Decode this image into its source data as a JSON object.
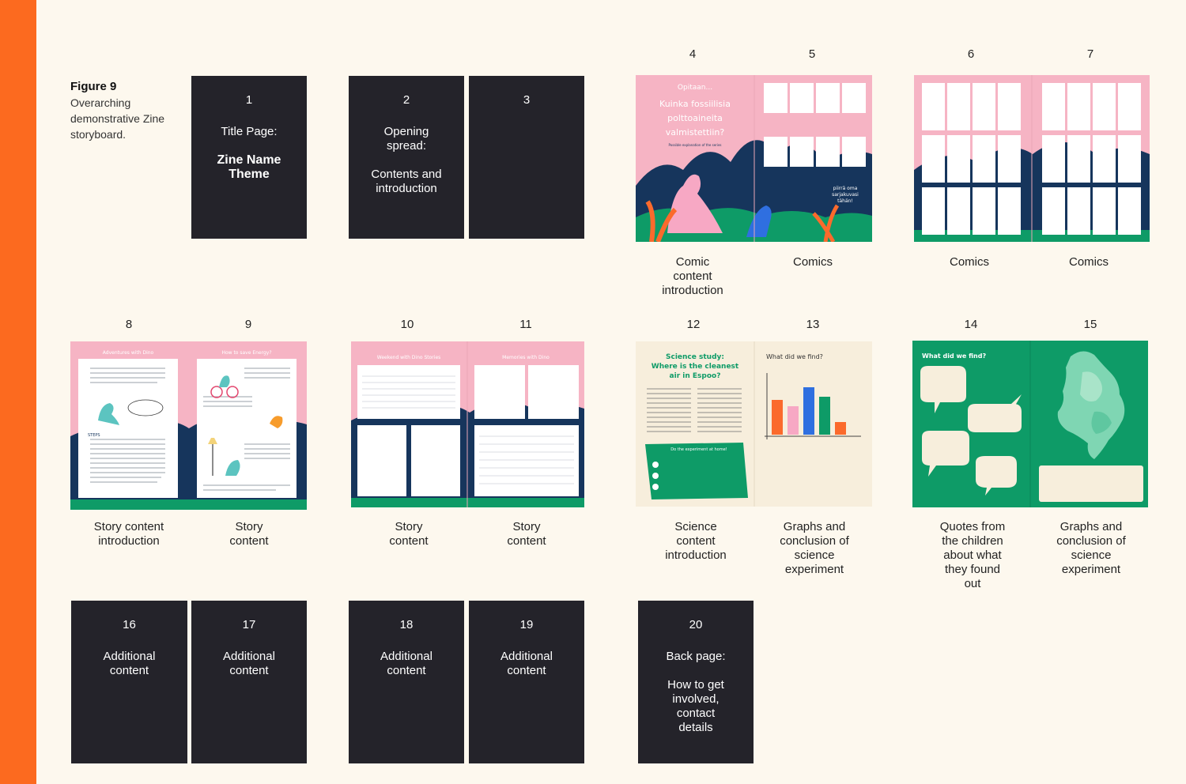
{
  "caption": {
    "figure": "Figure 9",
    "text": "Overarching demonstrative Zine storyboard."
  },
  "dark_pages": [
    {
      "num": "1",
      "text": "Title Page:",
      "bold": "Zine Name\nTheme"
    },
    {
      "num": "2",
      "text": "Opening\nspread:\n\nContents and\nintroduction"
    },
    {
      "num": "3",
      "text": ""
    },
    {
      "num": "16",
      "text": "Additional\ncontent"
    },
    {
      "num": "17",
      "text": "Additional\ncontent"
    },
    {
      "num": "18",
      "text": "Additional\ncontent"
    },
    {
      "num": "19",
      "text": "Additional\ncontent"
    },
    {
      "num": "20",
      "text": "Back page:\n\nHow to get\ninvolved,\ncontact\ndetails"
    }
  ],
  "page_numbers": [
    "4",
    "5",
    "6",
    "7",
    "8",
    "9",
    "10",
    "11",
    "12",
    "13",
    "14",
    "15"
  ],
  "page_labels": {
    "p4": "Comic\ncontent\nintroduction",
    "p5": "Comics",
    "p6": "Comics",
    "p7": "Comics",
    "p8": "Story content\nintroduction",
    "p9": "Story\ncontent",
    "p10": "Story\ncontent",
    "p11": "Story\ncontent",
    "p12": "Science\ncontent\nintroduction",
    "p13": "Graphs and\nconclusion of\nscience\nexperiment",
    "p14": "Quotes from\nthe children\nabout what\nthey found\nout",
    "p15": "Graphs and\nconclusion of\nscience\nexperiment"
  },
  "thumb_text": {
    "comic_title": "Opitaan...\nKuinka fossiilisia\npolttoaineita\nvalmistettiin?",
    "comic_sub": "Possible explanation of the series",
    "comic_note": "piirrä oma\nsarjakuvasi\ntähän!",
    "story_left_title": "Adventures with Dino",
    "story_right_title": "How to save Energy?",
    "story_steps": "STEPS",
    "story2_left_title": "Weekend with Dino Stories",
    "story2_right_title": "Memories with Dino",
    "science_title": "Science study:\nWhere is the cleanest\nair in Espoo?",
    "science_box_title": "Do the experiment at home!",
    "graph_title": "What did we find?",
    "quotes_title": "What did we find?"
  },
  "colors": {
    "orange_strip": "#fc6a1f",
    "background": "#fdf8ee",
    "dark_page": "#24232a",
    "pink": "#f6b4c4",
    "navy": "#16355c",
    "green": "#0e9b67",
    "cream": "#f7eedc"
  },
  "bar_chart": {
    "values": [
      0.55,
      0.45,
      0.75,
      0.6,
      0.2
    ],
    "colors": [
      "#fb6a2c",
      "#f7a8c4",
      "#2f6fe0",
      "#0e9b67",
      "#fb6a2c"
    ]
  }
}
